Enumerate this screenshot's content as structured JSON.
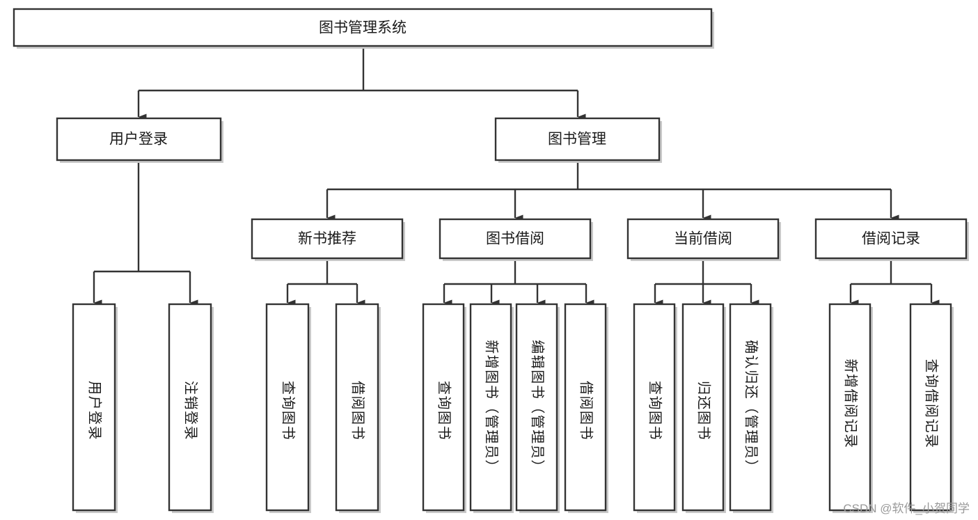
{
  "diagram": {
    "type": "tree",
    "orientation": "top-down",
    "arrow_style": "filled-triangle",
    "colors": {
      "box_stroke": "#333333",
      "box_fill": "#ffffff",
      "shadow": "#c9c9c9",
      "text": "#1a1a1a",
      "background": "#ffffff",
      "watermark": "#9a9a9a"
    },
    "root": {
      "id": "root",
      "label": "图书管理系统"
    },
    "level2": [
      {
        "id": "user-login",
        "label": "用户登录"
      },
      {
        "id": "book-management",
        "label": "图书管理"
      }
    ],
    "level3": [
      {
        "id": "new-book-recommend",
        "label": "新书推荐",
        "parent": "book-management"
      },
      {
        "id": "book-borrow",
        "label": "图书借阅",
        "parent": "book-management"
      },
      {
        "id": "current-borrow",
        "label": "当前借阅",
        "parent": "book-management"
      },
      {
        "id": "borrow-record",
        "label": "借阅记录",
        "parent": "book-management"
      }
    ],
    "leaves": [
      {
        "id": "leaf-user-login",
        "label": "用户登录",
        "parent": "user-login"
      },
      {
        "id": "leaf-logout",
        "label": "注销登录",
        "parent": "user-login"
      },
      {
        "id": "leaf-query-book-1",
        "label": "查询图书",
        "parent": "new-book-recommend"
      },
      {
        "id": "leaf-borrow-book-1",
        "label": "借阅图书",
        "parent": "new-book-recommend"
      },
      {
        "id": "leaf-query-book-2",
        "label": "查询图书",
        "parent": "book-borrow"
      },
      {
        "id": "leaf-add-book",
        "label": "新增图书（管理员）",
        "parent": "book-borrow"
      },
      {
        "id": "leaf-edit-book",
        "label": "编辑图书（管理员）",
        "parent": "book-borrow"
      },
      {
        "id": "leaf-borrow-book-2",
        "label": "借阅图书",
        "parent": "book-borrow"
      },
      {
        "id": "leaf-query-book-3",
        "label": "查询图书",
        "parent": "current-borrow"
      },
      {
        "id": "leaf-return-book",
        "label": "归还图书",
        "parent": "current-borrow"
      },
      {
        "id": "leaf-confirm-return",
        "label": "确认归还（管理员）",
        "parent": "current-borrow"
      },
      {
        "id": "leaf-add-record",
        "label": "新增借阅记录",
        "parent": "borrow-record"
      },
      {
        "id": "leaf-query-record",
        "label": "查询借阅记录",
        "parent": "borrow-record"
      }
    ]
  },
  "watermark": {
    "text": "CSDN @软件_小贺同学"
  }
}
